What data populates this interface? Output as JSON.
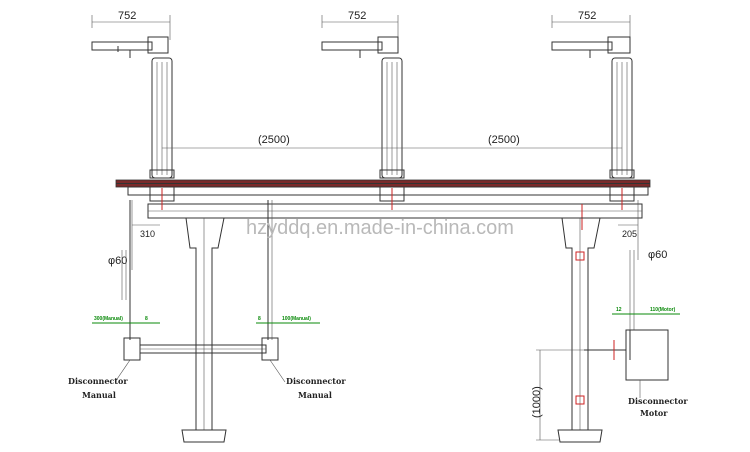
{
  "blade_dimensions": [
    "752",
    "752",
    "752"
  ],
  "spacing_dimensions": [
    "(2500)",
    "(2500)"
  ],
  "left_offset": "310",
  "right_offset": "205",
  "pipe_left": "φ60",
  "pipe_right": "φ60",
  "left_green_a": "300(Manual)",
  "left_green_b": "8",
  "mid_green_a": "8",
  "mid_green_b": "100(Manual)",
  "right_green_a": "12",
  "right_green_b": "110(Motor)",
  "height_dimension": "(1000)",
  "label_left": {
    "line1": "Disconnector",
    "line2": "Manual"
  },
  "label_mid": {
    "line1": "Disconnector",
    "line2": "Manual"
  },
  "label_right": {
    "line1": "Disconnector",
    "line2": "Motor"
  },
  "watermark": "hzyddq.en.made-in-china.com",
  "colors": {
    "line": "#333333",
    "beam_red": "#7a2a2a",
    "green": "#0a8a0a",
    "marker_red": "#cc2222"
  }
}
